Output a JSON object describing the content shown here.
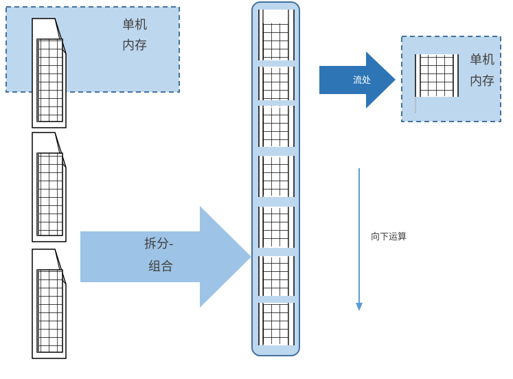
{
  "colors": {
    "memory_fill": "#bdd7ee",
    "memory_border": "#41719c",
    "split_arrow": "#9dc3e6",
    "stream_arrow": "#2e75b6",
    "down_arrow": "#5b9bd5",
    "text_dark": "#404040",
    "text_light": "#ffffff",
    "column_fill": "#bdd7ee",
    "column_border": "#41719c"
  },
  "memory_box_left": {
    "label_line1": "单机",
    "label_line2": "内存"
  },
  "memory_box_right": {
    "label_line1": "单机",
    "label_line2": "内存"
  },
  "split_arrow": {
    "label_line1": "拆分-",
    "label_line2": "组合"
  },
  "stream_arrow": {
    "label": "流处"
  },
  "down_arrow": {
    "label": "向下运算"
  },
  "documents": {
    "count": 3
  },
  "column_segments": {
    "count": 7
  }
}
